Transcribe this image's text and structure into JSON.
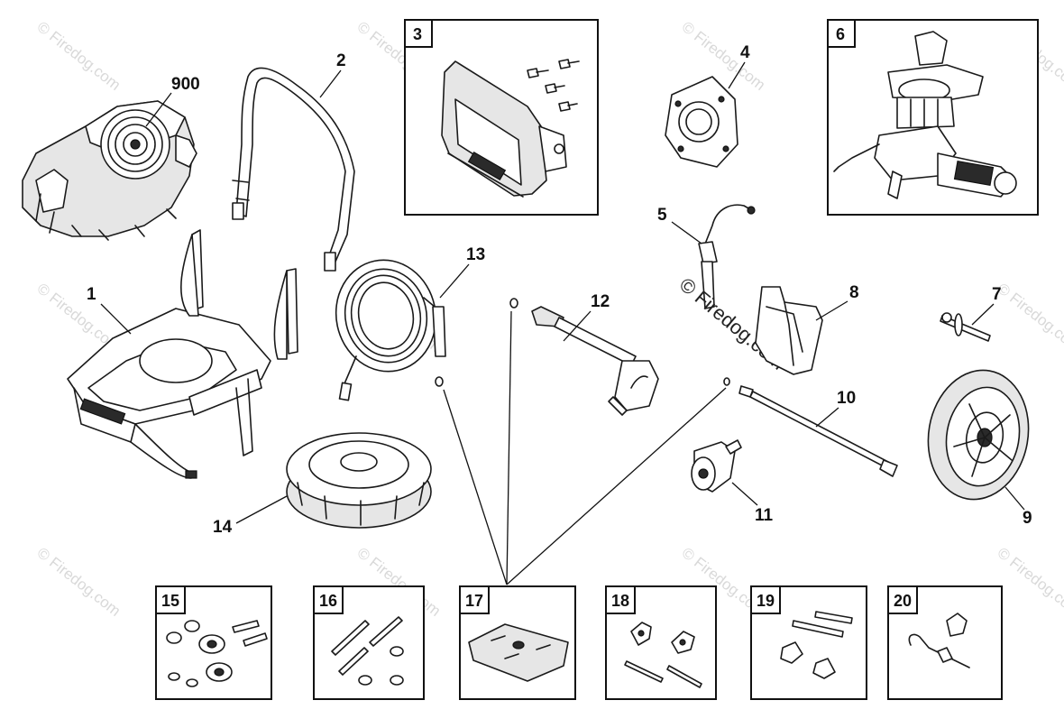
{
  "watermark": {
    "corner_text": "© Firedog.com",
    "center_text": "© Firedog.com"
  },
  "parts": [
    {
      "id": "p900",
      "label": "900"
    },
    {
      "id": "p1",
      "label": "1"
    },
    {
      "id": "p2",
      "label": "2"
    },
    {
      "id": "p4",
      "label": "4"
    },
    {
      "id": "p5",
      "label": "5"
    },
    {
      "id": "p7",
      "label": "7"
    },
    {
      "id": "p8",
      "label": "8"
    },
    {
      "id": "p9",
      "label": "9"
    },
    {
      "id": "p10",
      "label": "10"
    },
    {
      "id": "p11",
      "label": "11"
    },
    {
      "id": "p12",
      "label": "12"
    },
    {
      "id": "p13",
      "label": "13"
    },
    {
      "id": "p14",
      "label": "14"
    }
  ],
  "boxed_parts": [
    {
      "id": "box3",
      "label": "3"
    },
    {
      "id": "box6",
      "label": "6"
    },
    {
      "id": "box15",
      "label": "15"
    },
    {
      "id": "box16",
      "label": "16"
    },
    {
      "id": "box17",
      "label": "17"
    },
    {
      "id": "box18",
      "label": "18"
    },
    {
      "id": "box19",
      "label": "19"
    },
    {
      "id": "box20",
      "label": "20"
    }
  ]
}
